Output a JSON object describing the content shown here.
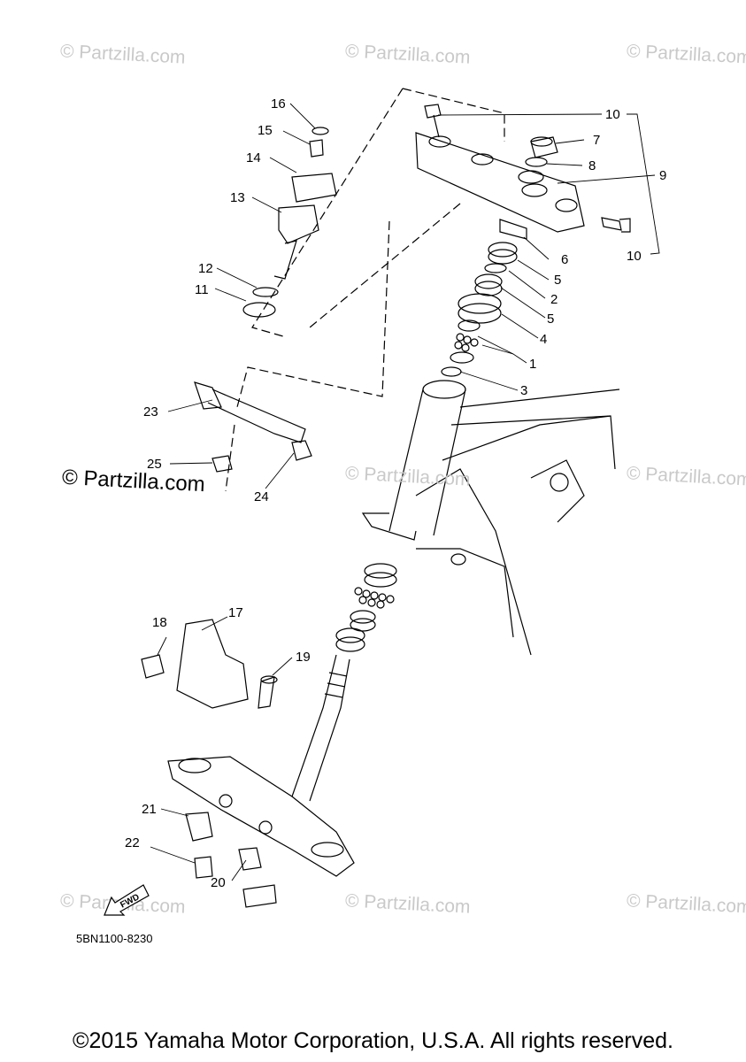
{
  "watermarks": [
    "© Partzilla.com",
    "© Partzilla.com",
    "© Partzilla.com",
    "© Partzilla.com",
    "© Partzilla.com",
    "© Partzilla.com",
    "© Partzilla.com",
    "© Partzilla.com"
  ],
  "main_watermark": "© Partzilla.com",
  "callouts": [
    "1",
    "2",
    "3",
    "4",
    "5",
    "5",
    "6",
    "7",
    "8",
    "9",
    "10",
    "10",
    "11",
    "12",
    "13",
    "14",
    "15",
    "16",
    "17",
    "18",
    "19",
    "20",
    "21",
    "22",
    "23",
    "24",
    "25"
  ],
  "fwd_label": "FWD",
  "diagram_code": "5BN1100-8230",
  "footer": "©2015 Yamaha Motor Corporation, U.S.A. All rights reserved."
}
